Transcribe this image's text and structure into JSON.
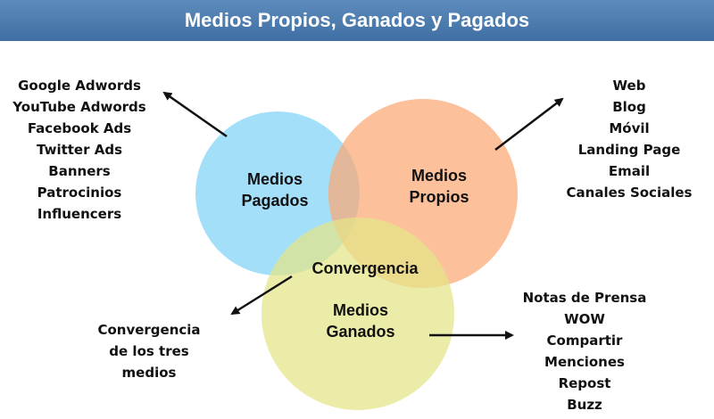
{
  "title": "Medios Propios, Ganados y Pagados",
  "colors": {
    "title_bar": "#4a7bb0",
    "paid_circle": "#7fd3f7",
    "owned_circle": "#fba874",
    "earned_circle": "#e4e488",
    "arrow": "#111111"
  },
  "circles": {
    "paid": {
      "line1": "Medios",
      "line2": "Pagados"
    },
    "owned": {
      "line1": "Medios",
      "line2": "Propios"
    },
    "earned": {
      "line1": "Medios",
      "line2": "Ganados"
    },
    "center": "Convergencia"
  },
  "lists": {
    "paid": [
      "Google Adwords",
      "YouTube Adwords",
      "Facebook Ads",
      "Twitter Ads",
      "Banners",
      "Patrocinios",
      "Influencers"
    ],
    "owned": [
      "Web",
      "Blog",
      "Móvil",
      "Landing Page",
      "Email",
      "Canales Sociales"
    ],
    "earned": [
      "Notas de Prensa",
      "WOW",
      "Compartir",
      "Menciones",
      "Repost",
      "Buzz"
    ],
    "convergence": [
      "Convergencia",
      "de los tres",
      "medios"
    ]
  }
}
